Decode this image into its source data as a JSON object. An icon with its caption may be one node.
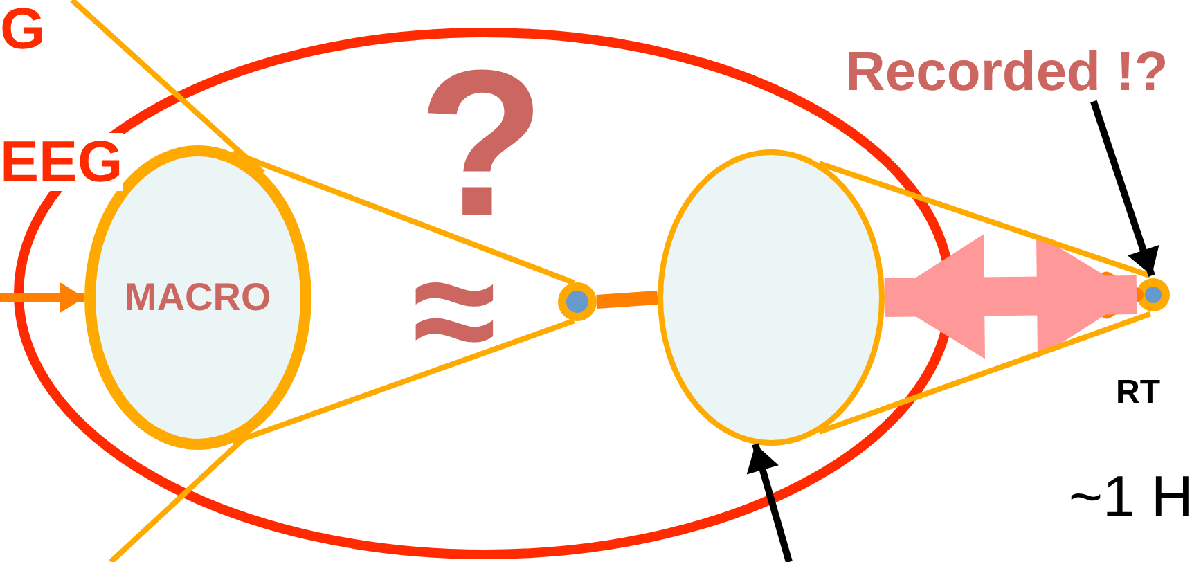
{
  "diagram": {
    "nodes": [
      {
        "text": [],
        "shape": "ellipse"
      },
      {
        "text": [
          "MACRO"
        ],
        "in": 0
      },
      {
        "text": [],
        "shape": "circle",
        "in": 0
      },
      {
        "text": [],
        "shape": "ellipse",
        "in": 0
      },
      {
        "text": [],
        "shape": "circle"
      },
      {
        "text": [
          "Recorded !?"
        ]
      }
    ],
    "edges": [
      {
        "from": null,
        "to": 1,
        "arrow": "to",
        "color": "#ff7f00"
      },
      {
        "from": null,
        "to": 1,
        "arrow": "none"
      },
      {
        "from": null,
        "to": 1,
        "arrow": "none"
      },
      {
        "from": 1,
        "to": 2,
        "arrow": "none"
      },
      {
        "from": 1,
        "to": 2,
        "arrow": "none"
      },
      {
        "from": 2,
        "to": 3,
        "arrow": "none",
        "style": "thick",
        "color": "#ff7f00"
      },
      {
        "from": 3,
        "to": 4,
        "arrow": "to",
        "style": "thick",
        "color": "#ff7f00"
      },
      {
        "from": 3,
        "to": 4,
        "arrow": "both",
        "style": "thick",
        "color": "#ff9999"
      },
      {
        "from": 3,
        "to": 4,
        "arrow": "none"
      },
      {
        "from": 3,
        "to": 4,
        "arrow": "none"
      },
      {
        "from": 5,
        "to": 4,
        "arrow": "to",
        "color": "#000000"
      },
      {
        "from": null,
        "to": 3,
        "arrow": "to",
        "color": "#000000"
      }
    ],
    "labels": [
      "G",
      "EEG",
      "?",
      "≈",
      "RT",
      "~1 H"
    ]
  }
}
